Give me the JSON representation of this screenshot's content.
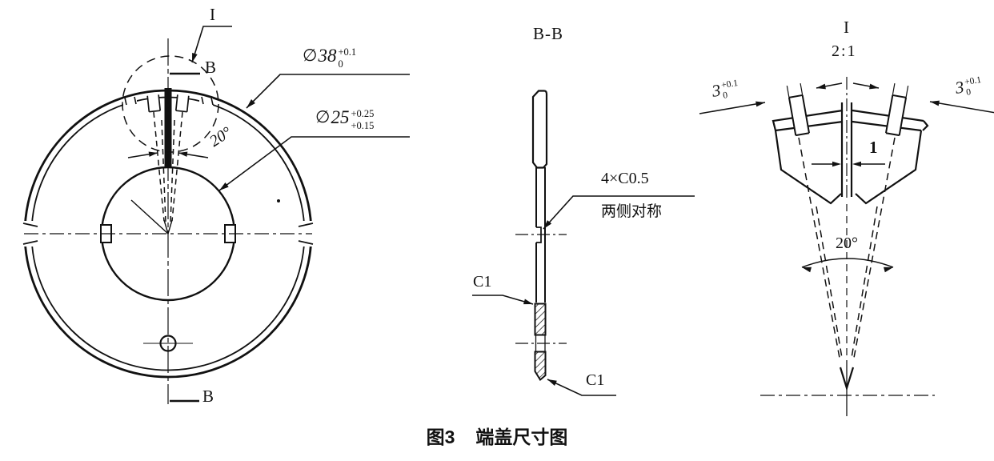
{
  "figure": {
    "caption": {
      "fig_no": "图3",
      "title": "端盖尺寸图"
    },
    "front_view": {
      "detail_callout_label": "I",
      "section_label_top": "B",
      "section_label_bottom": "B",
      "dim_outer_dia": {
        "symbol": "∅",
        "value": "38",
        "tol_upper": "+0.1",
        "tol_lower": "0"
      },
      "dim_bore_dia": {
        "symbol": "∅",
        "value": "25",
        "tol_upper": "+0.25",
        "tol_lower": "+0.15"
      },
      "dim_slit_angle": "20°"
    },
    "section_view": {
      "title": "B-B",
      "chamfer_callout": {
        "line1": "4×C0.5",
        "line2": "两侧对称"
      },
      "chamfer_left": "C1",
      "chamfer_right": "C1"
    },
    "detail_view": {
      "title": "I",
      "scale": "2:1",
      "dim_slot_left": {
        "value": "3",
        "tol_upper": "+0.1",
        "tol_lower": "0"
      },
      "dim_slot_right": {
        "value": "3",
        "tol_upper": "+0.1",
        "tol_lower": "0"
      },
      "dim_slit_width": "1",
      "dim_angle": "20°"
    }
  }
}
